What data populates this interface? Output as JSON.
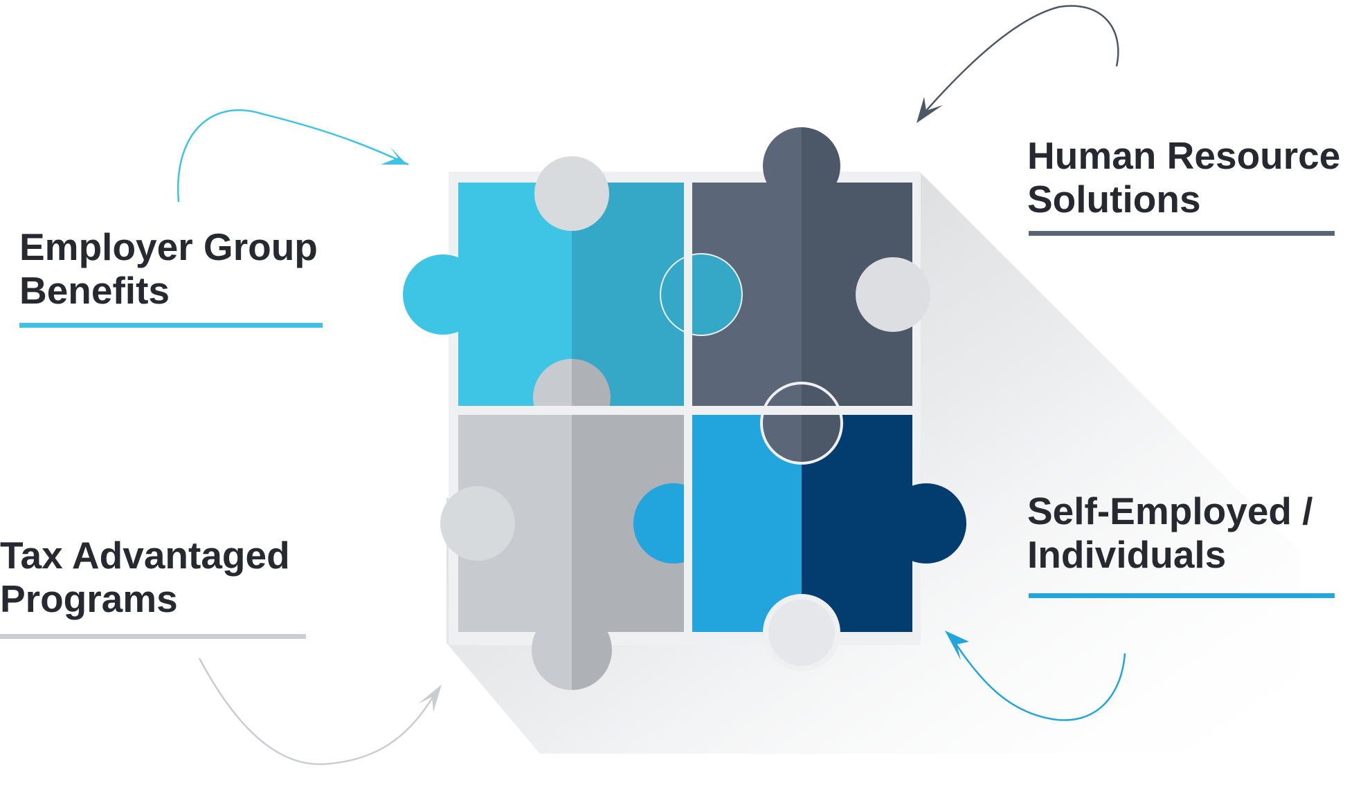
{
  "segments": [
    {
      "id": "employer",
      "line1": "Employer Group",
      "line2": "Benefits",
      "accent": "#3ec3e4"
    },
    {
      "id": "hr",
      "line1": "Human Resource",
      "line2": "Solutions",
      "accent": "#5a6577"
    },
    {
      "id": "tax",
      "line1": "Tax Advantaged",
      "line2": "Programs",
      "accent": "#c9cdd2"
    },
    {
      "id": "self",
      "line1": "Self-Employed /",
      "line2": "Individuals",
      "accent": "#22a4dc"
    }
  ],
  "puzzle_colors": {
    "top_left": [
      "#3ec4e4",
      "#34a8c6"
    ],
    "top_right": [
      "#5b6678",
      "#4c5768"
    ],
    "bottom_left": [
      "#c7cbd0",
      "#aeb2b6"
    ],
    "bottom_right": [
      "#22a4dd",
      "#033c6f"
    ]
  }
}
